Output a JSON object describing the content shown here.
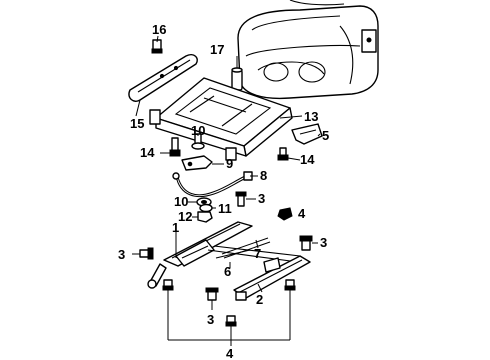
{
  "callouts": {
    "c16": "16",
    "c17": "17",
    "c15": "15",
    "c13": "13",
    "c10a": "10",
    "c5": "5",
    "c14a": "14",
    "c9": "9",
    "c14b": "14",
    "c8": "8",
    "c10b": "10",
    "c3a": "3",
    "c12": "12",
    "c11": "11",
    "c4a": "4",
    "c1": "1",
    "c7": "7",
    "c3b": "3",
    "c3c": "3",
    "c6": "6",
    "c2": "2",
    "c3d": "3",
    "c4b": "4"
  }
}
